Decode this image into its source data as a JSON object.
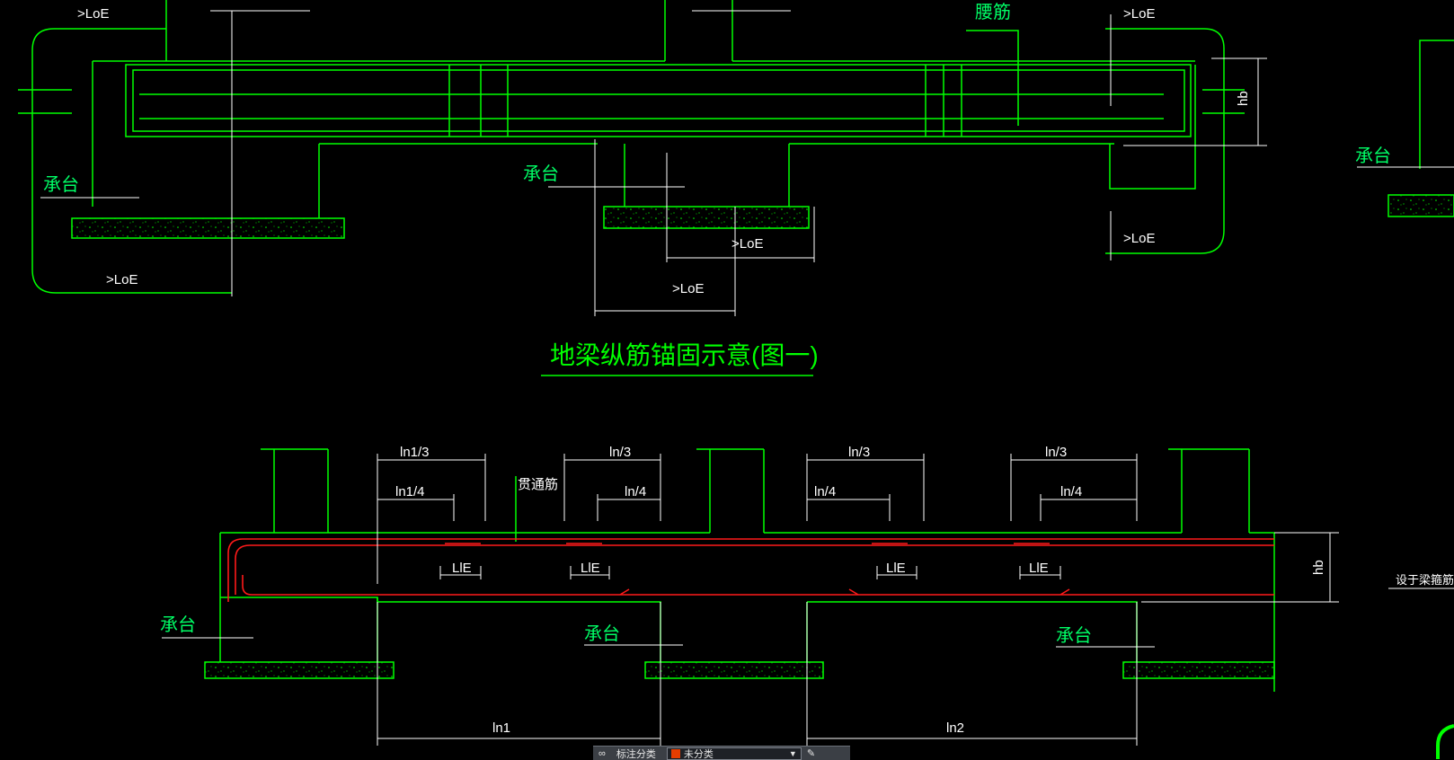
{
  "drawing": {
    "figure1_title": "地梁纵筋锚固示意(图一)",
    "labels": {
      "loe": ">LoE",
      "waist_bar": "腰筋",
      "cap": "承台",
      "hb": "hb",
      "through_bar": "贯通筋",
      "ln1_3": "ln1/3",
      "ln1_4": "ln1/4",
      "ln_3": "ln/3",
      "ln_4": "ln/4",
      "lle": "LlE",
      "ln1": "ln1",
      "ln2": "ln2",
      "side_note": "设于梁箍筋内"
    },
    "colors": {
      "line": "#00ff00",
      "rebar_red": "#ff1a1a",
      "dim_white": "#ffffff",
      "concrete": "#00cc00"
    }
  },
  "toolbar": {
    "icon": "snap-icon",
    "label": "标注分类",
    "layer_value": "未分类"
  }
}
